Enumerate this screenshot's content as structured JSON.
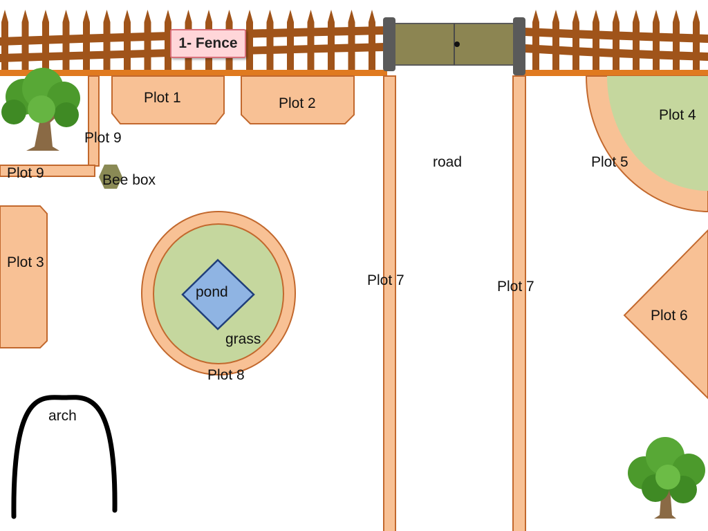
{
  "title_tag": "1- Fence",
  "labels": {
    "plot1": "Plot 1",
    "plot2": "Plot 2",
    "plot3": "Plot 3",
    "plot4": "Plot 4",
    "plot5": "Plot 5",
    "plot6": "Plot 6",
    "plot7_left": "Plot 7",
    "plot7_right": "Plot 7",
    "plot8": "Plot 8",
    "plot9_top": "Plot 9",
    "plot9_bottom": "Plot 9",
    "bee_box": "Bee box",
    "road": "road",
    "pond": "pond",
    "grass": "grass",
    "arch": "arch"
  },
  "icons": {
    "fence": "picket-fence-icon",
    "gate": "gate-icon",
    "tree_top_left": "tree-icon",
    "tree_bottom_right": "tree-icon",
    "bee_box": "hexagon-icon",
    "arch": "arch-icon"
  },
  "colors": {
    "plot_fill": "#f8c195",
    "plot_stroke": "#c2682d",
    "grass": "#c5d79e",
    "pond": "#8fb4e3",
    "pond_stroke": "#1f3e7a",
    "fence": "#a0541a",
    "fence_rail": "#e07a20",
    "gate_panel": "#8c8552",
    "gate_post": "#5a5a5a",
    "bee_box": "#8a8a55",
    "tag_fill": "#ffd6d9",
    "tree_leaf": "#4c9a2c",
    "tree_trunk": "#8a6a45"
  }
}
